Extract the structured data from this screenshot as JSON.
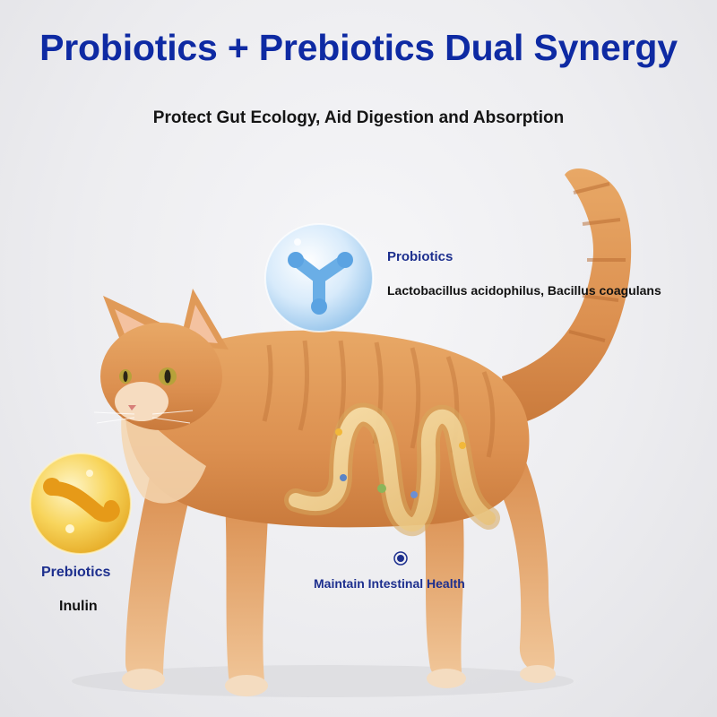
{
  "header": {
    "title": "Probiotics + Prebiotics Dual Synergy",
    "subtitle": "Protect Gut Ecology, Aid Digestion and Absorption"
  },
  "probiotics": {
    "label": "Probiotics",
    "description": "Lactobacillus acidophilus, Bacillus coagulans"
  },
  "prebiotics": {
    "label": "Prebiotics",
    "description": "Inulin"
  },
  "intestine": {
    "label": "Maintain Intestinal Health"
  },
  "colors": {
    "title": "#0e2aa3",
    "label_blue": "#1d2f8e",
    "cat_fur": "#e0985a",
    "probiotic_bubble": "#bcdcf5",
    "prebiotic_bubble": "#f3c640"
  }
}
